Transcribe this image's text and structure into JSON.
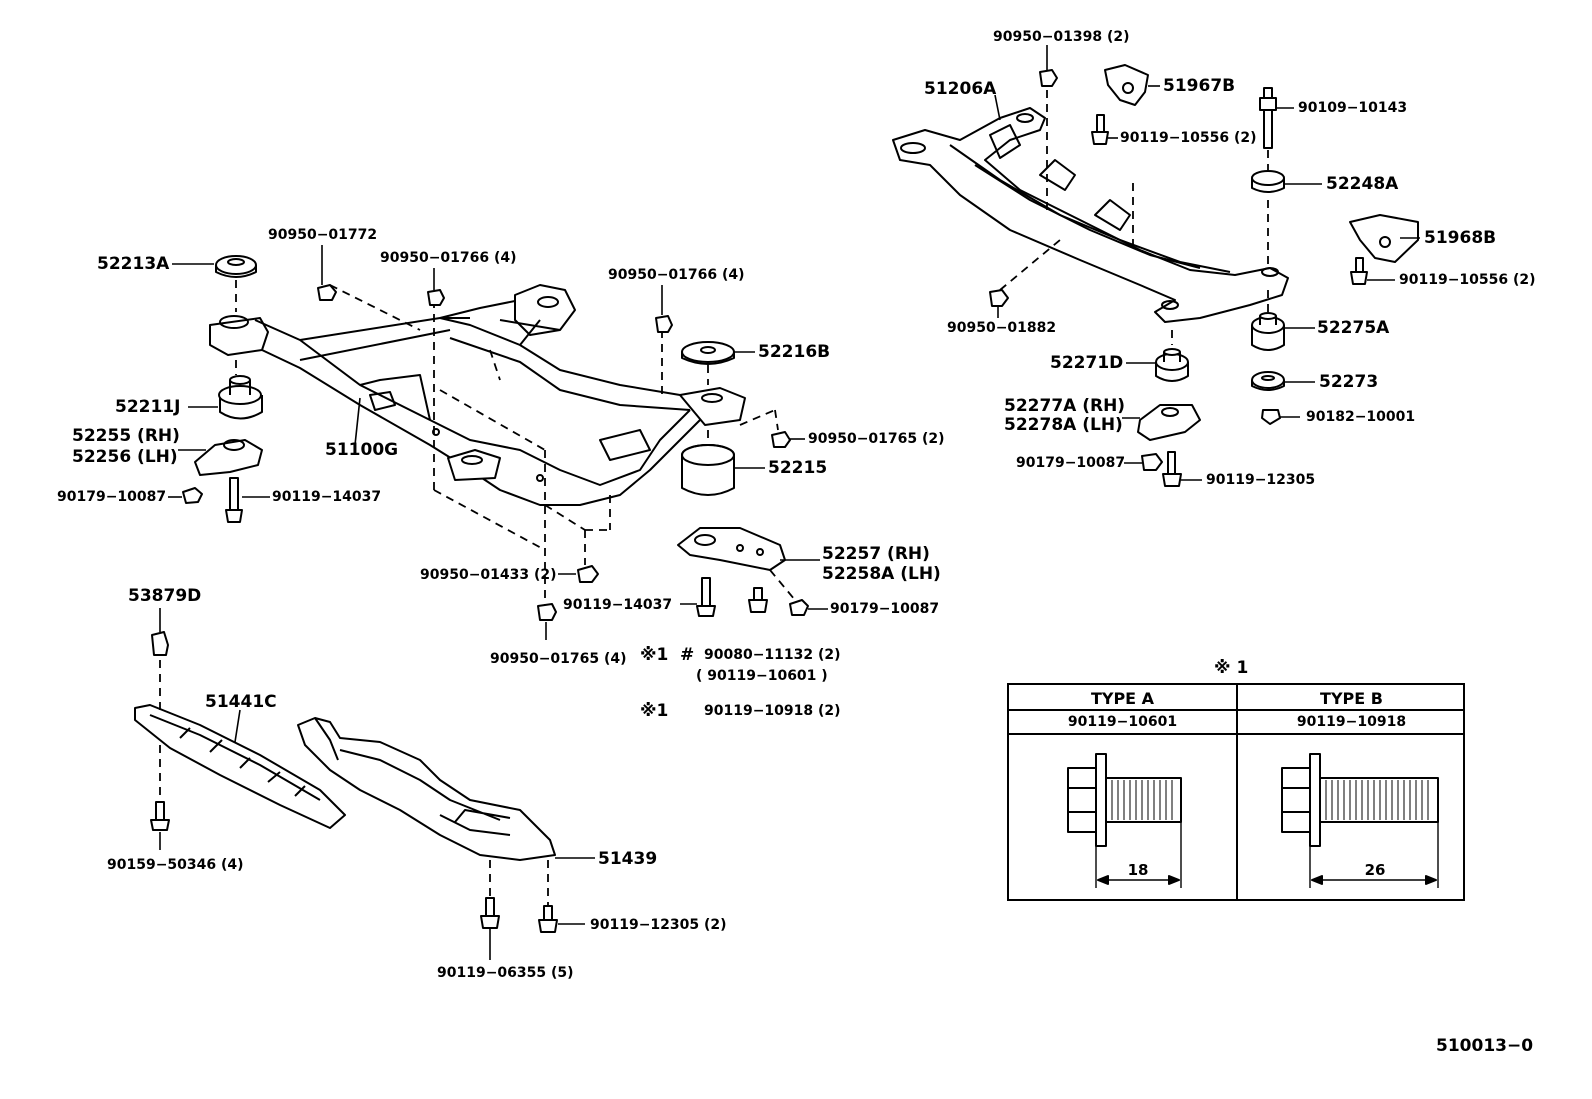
{
  "parts": {
    "p52213A": "52213A",
    "p90950_01772": "90950−01772",
    "p90950_01766_a": "90950−01766 (4)",
    "p90950_01766_b": "90950−01766 (4)",
    "p52216B": "52216B",
    "p52211J": "52211J",
    "p51100G": "51100G",
    "p52255": "52255 (RH)",
    "p52256": "52256 (LH)",
    "p90179_10087_a": "90179−10087",
    "p90119_14037_a": "90119−14037",
    "p90950_01765_a": "90950−01765 (2)",
    "p52215": "52215",
    "p52257": "52257   (RH)",
    "p52258A": "52258A (LH)",
    "p90950_01433": "90950−01433 (2)",
    "p90119_14037_b": "90119−14037",
    "p90179_10087_b": "90179−10087",
    "p90950_01765_b": "90950−01765 (4)",
    "p90080_11132": "90080−11132 (2)",
    "p90119_10601_paren": "( 90119−10601 )",
    "p90119_10918": "90119−10918 (2)",
    "mark1": "※1",
    "mark1b": "※1",
    "hash": "#",
    "p53879D": "53879D",
    "p51441C": "51441C",
    "p51439": "51439",
    "p90159_50346": "90159−50346 (4)",
    "p90119_12305_a": "90119−12305 (2)",
    "p90119_06355": "90119−06355 (5)",
    "p90950_01398": "90950−01398 (2)",
    "p51206A": "51206A",
    "p51967B": "51967B",
    "p90109_10143": "90109−10143",
    "p90119_10556_a": "90119−10556 (2)",
    "p52248A": "52248A",
    "p51968B": "51968B",
    "p90119_10556_b": "90119−10556 (2)",
    "p90950_01882": "90950−01882",
    "p52275A": "52275A",
    "p52271D": "52271D",
    "p52273": "52273",
    "p52277A": "52277A (RH)",
    "p52278A": "52278A (LH)",
    "p90182_10001": "90182−10001",
    "p90179_10087_c": "90179−10087",
    "p90119_12305_b": "90119−12305"
  },
  "table": {
    "note": "※ 1",
    "type_a": "TYPE A",
    "type_b": "TYPE B",
    "pn_a": "90119−10601",
    "pn_b": "90119−10918",
    "len_a": "18",
    "len_b": "26"
  },
  "diagram_id": "510013−0"
}
